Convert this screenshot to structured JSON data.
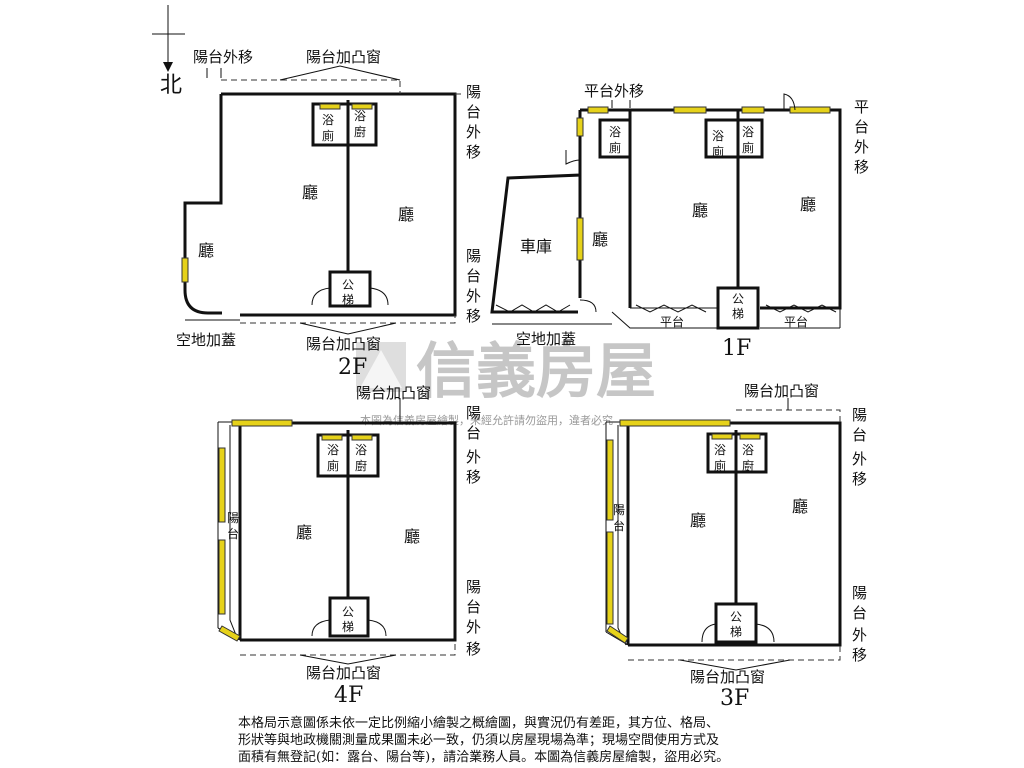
{
  "compass": {
    "north": "北"
  },
  "labels": {
    "hall": "廳",
    "bath": "浴",
    "wc": "廁",
    "kitchen": "廚",
    "stair_1": "公",
    "stair_2": "梯",
    "garage": "車庫",
    "platform": "平台",
    "balcony_vertical": [
      "陽",
      "台"
    ],
    "balcony_shift": "陽台外移",
    "balcony_shift_vertical": [
      "陽",
      "台",
      "外",
      "移"
    ],
    "platform_shift": "平台外移",
    "platform_shift_vertical": [
      "平",
      "台",
      "外",
      "移"
    ],
    "balcony_bay_window": "陽台加凸窗",
    "yard_cover": "空地加蓋"
  },
  "floors": {
    "f1": "1F",
    "f2": "2F",
    "f3": "3F",
    "f4": "4F"
  },
  "watermark": {
    "brand": "信義房屋",
    "notice": "本圖為信義房屋繪製，未經允許請勿盜用，違者必究"
  },
  "disclaimer": [
    "本格局示意圖係未依一定比例縮小繪製之概繪圖，與實況仍有差距，其方位、格局、",
    "形狀等與地政機關測量成果圖未必一致，仍須以房屋現場為準；現場空間使用方式及",
    "面積有無登記(如：露台、陽台等)，請洽業務人員。本圖為信義房屋繪製，盜用必究。"
  ],
  "colors": {
    "wall": "#111111",
    "window": "#e6d21a",
    "watermark": "#bdbdbd"
  }
}
